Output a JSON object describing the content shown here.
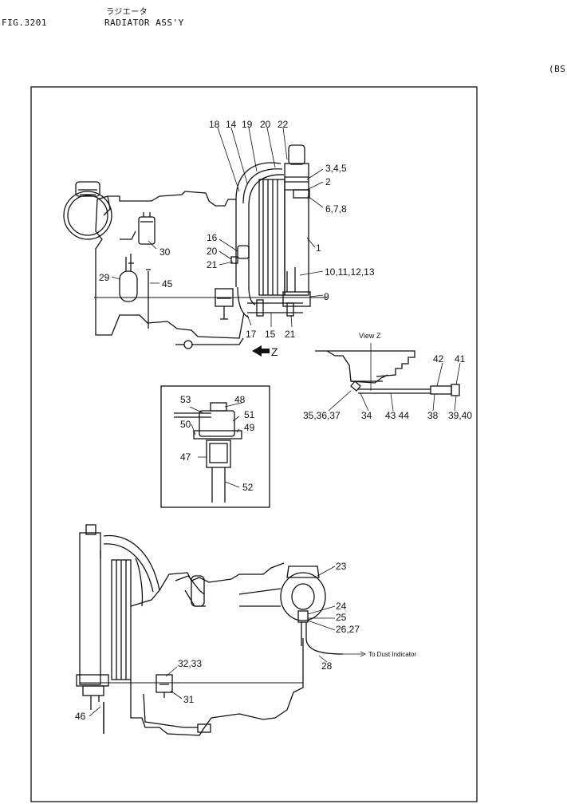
{
  "header": {
    "fig_number": "FIG.3201",
    "title_jp": "ラジエータ",
    "title": "RADIATOR ASS'Y",
    "corner_code": "(BS"
  },
  "labels": {
    "l18": "18",
    "l14": "14",
    "l19": "19",
    "l20a": "20",
    "l22": "22",
    "l345": "3,4,5",
    "l2": "2",
    "l678": "6,7,8",
    "l1": "1",
    "l16": "16",
    "l20b": "20",
    "l21a": "21",
    "l30": "30",
    "l29": "29",
    "l45": "45",
    "l10": "10,11,12,13",
    "l9": "9",
    "l17": "17",
    "l15": "15",
    "l21b": "21",
    "z": "Z",
    "view_z": "View Z",
    "l42": "42",
    "l41": "41",
    "l3537": "35,36,37",
    "l34": "34",
    "l4344": "43 44",
    "l38": "38",
    "l3940": "39,40",
    "l53": "53",
    "l48": "48",
    "l51": "51",
    "l49": "49",
    "l50": "50",
    "l47": "47",
    "l52": "52",
    "l23": "23",
    "l24": "24",
    "l25": "25",
    "l2627": "26,27",
    "l28": "28",
    "dust": "To Dust Indicator",
    "l3233": "32,33",
    "l31": "31",
    "l46": "46"
  }
}
